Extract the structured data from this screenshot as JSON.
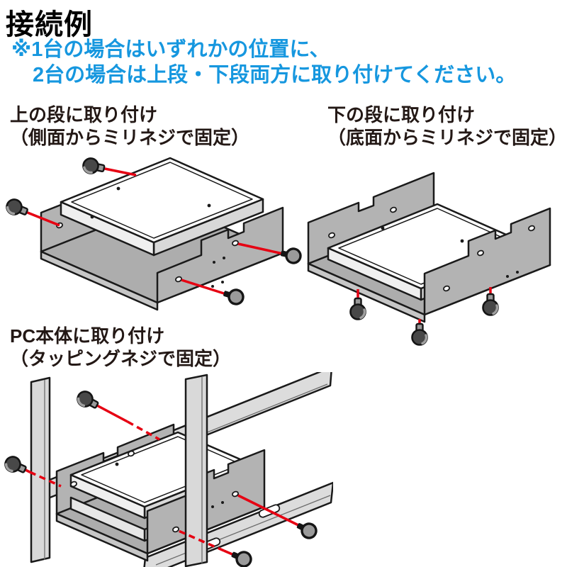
{
  "title": "接続例",
  "note": {
    "line1": "※1台の場合はいずれかの位置に、",
    "line2": "2台の場合は上段・下段両方に取り付けてください。"
  },
  "sections": [
    {
      "id": "upper-mount",
      "label_line1": "上の段に取り付け",
      "label_line2": "（側面からミリネジで固定）",
      "screws_shown": 4
    },
    {
      "id": "lower-mount",
      "label_line1": "下の段に取り付け",
      "label_line2": "（底面からミリネジで固定）",
      "screws_shown": 3
    },
    {
      "id": "pc-mount",
      "label_line1": "PC本体に取り付け",
      "label_line2": "（タッピングネジで固定）",
      "screws_shown": 4
    }
  ],
  "colors": {
    "note_blue": "#1697DF",
    "screw_red": "#E60012",
    "label_dark": "#231815",
    "title_black": "#000000",
    "bracket_gray": "#B3B3B3",
    "case_gray": "#D9D9D9",
    "hdd_top": "#FFFFFF"
  }
}
